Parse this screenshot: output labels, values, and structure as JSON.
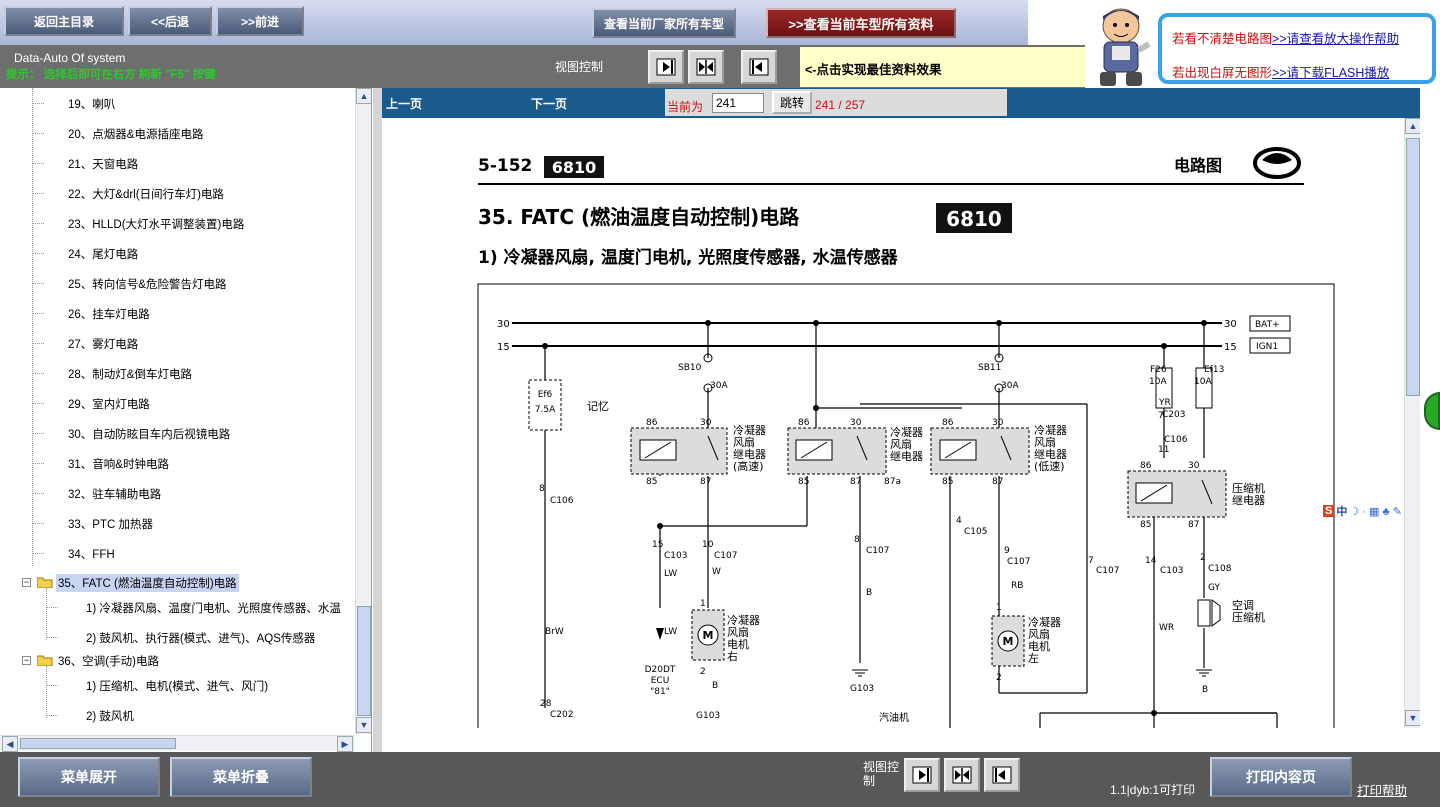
{
  "top_buttons": {
    "home": "返回主目录",
    "back": "<<后退",
    "forward": ">>前进",
    "maker_models": "查看当前厂家所有车型",
    "model_all": ">>查看当前车型所有资料"
  },
  "help": {
    "line1_red": "若看不清楚电路图",
    "line1_link": ">>请查看放大操作帮助",
    "line2_red": "若出现白屏无图形",
    "line2_link": ">>请下载FLASH播放"
  },
  "system": {
    "name": "Data-Auto Of system",
    "hint": "提示：   选择后即可在右方 刷新 \"F5\" 按键"
  },
  "view_control": {
    "label": "视图控制",
    "hint": "<-点击实现最佳资料效果"
  },
  "tree": {
    "items": [
      {
        "label": "19、喇叭"
      },
      {
        "label": "20、点烟器&电源插座电路"
      },
      {
        "label": "21、天窗电路"
      },
      {
        "label": "22、大灯&drl(日间行车灯)电路"
      },
      {
        "label": "23、HLLD(大灯水平调整装置)电路"
      },
      {
        "label": "24、尾灯电路"
      },
      {
        "label": "25、转向信号&危险警告灯电路"
      },
      {
        "label": "26、挂车灯电路"
      },
      {
        "label": "27、雾灯电路"
      },
      {
        "label": "28、制动灯&倒车灯电路"
      },
      {
        "label": "29、室内灯电路"
      },
      {
        "label": "30、自动防眩目车内后视镜电路"
      },
      {
        "label": "31、音响&时钟电路"
      },
      {
        "label": "32、驻车辅助电路"
      },
      {
        "label": "33、PTC 加热器"
      },
      {
        "label": "34、FFH"
      }
    ],
    "folder35": "35、FATC (燃油温度自动控制)电路",
    "sub35": [
      "1) 冷凝器风扇、温度门电机、光照度传感器、水温",
      "2) 鼓风机、执行器(模式、进气)、AQS传感器"
    ],
    "folder36": "36、空调(手动)电路",
    "sub36": [
      "1) 压缩机、电机(模式、进气、风门)",
      "2) 鼓风机"
    ]
  },
  "nav": {
    "prev": "上一页",
    "next": "下一页",
    "current_label": "当前为",
    "current_value": "241",
    "jump": "跳转",
    "page_status": "241 / 257"
  },
  "doc": {
    "page_code": "5-152",
    "model_badge": "6810",
    "header_right": "电路图",
    "section_title": "35. FATC  (燃油温度自动控制)电路",
    "sub_title": "1) 冷凝器风扇,  温度门电机,  光照度传感器,  水温传感器",
    "bus30": "30",
    "bus15": "15",
    "bat": "BAT+",
    "ign": "IGN1",
    "fuse_ef6": "Ef6",
    "fuse_ef6_amp": "7.5A",
    "memory": "记忆",
    "sb10": "SB10",
    "sb11": "SB11",
    "amp30": "30A",
    "f26": "F26",
    "ef13": "Ef13",
    "amp10": "10A",
    "relay_hi": [
      "冷凝器",
      "风扇",
      "继电器",
      "(高速)"
    ],
    "relay_mid": [
      "冷凝器",
      "风扇",
      "继电器"
    ],
    "relay_lo": [
      "冷凝器",
      "风扇",
      "继电器",
      "(低速)"
    ],
    "relay_comp": [
      "压缩机",
      "继电器"
    ],
    "motor_r": [
      "冷凝器",
      "风扇",
      "电机",
      "右"
    ],
    "motor_l": [
      "冷凝器",
      "风扇",
      "电机",
      "左"
    ],
    "compressor": [
      "空调",
      "压缩机"
    ],
    "ecu": [
      "D20DT",
      "ECU",
      "\"81\""
    ],
    "engine": "汽油机",
    "g103": "G103",
    "pins": {
      "p86": "86",
      "p30": "30",
      "p85": "85",
      "p87": "87",
      "p87a": "87a"
    },
    "connectors": {
      "c106": "C106",
      "c103": "C103",
      "c107": "C107",
      "c105": "C105",
      "c108": "C108",
      "c203": "C203",
      "c202": "C202"
    },
    "wires": {
      "lw": "LW",
      "w": "W",
      "b": "B",
      "rb": "RB",
      "brw": "BrW",
      "wr": "WR",
      "gy": "GY",
      "yr": "YR"
    },
    "pin_numbers": {
      "n8": "8",
      "n15": "15",
      "n10": "10",
      "n4": "4",
      "n9": "9",
      "n7": "7",
      "n14": "14",
      "n2": "2",
      "n11": "11",
      "n28": "28",
      "n1": "1"
    }
  },
  "bottom": {
    "expand": "菜单展开",
    "collapse": "菜单折叠",
    "view_label": "视图控制",
    "status": "1.1|dyb:1可打印",
    "print": "打印内容页",
    "print_help": "打印帮助"
  }
}
